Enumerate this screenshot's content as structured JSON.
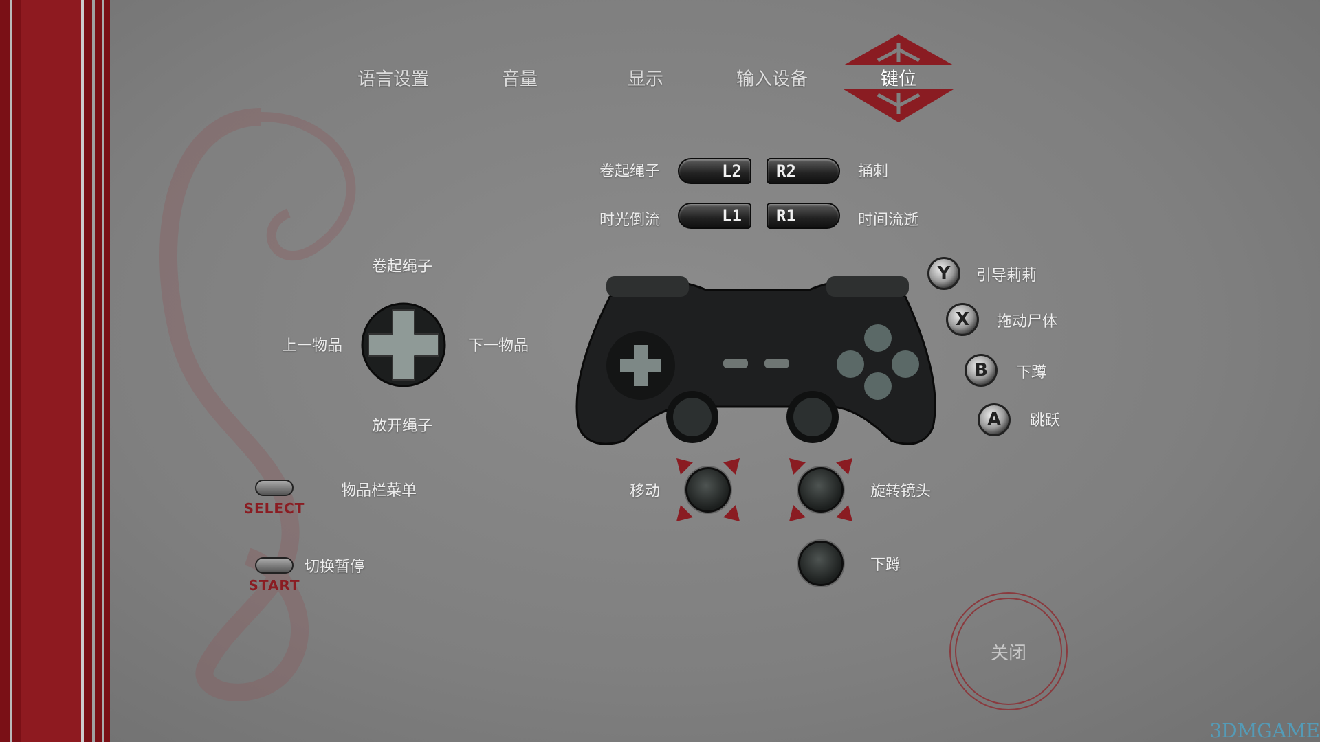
{
  "tabs": [
    {
      "label": "语言设置"
    },
    {
      "label": "音量"
    },
    {
      "label": "显示"
    },
    {
      "label": "输入设备"
    },
    {
      "label": "键位",
      "active": true
    }
  ],
  "shoulders": {
    "l2": {
      "button": "L2",
      "action": "卷起绳子"
    },
    "r2": {
      "button": "R2",
      "action": "捅刺"
    },
    "l1": {
      "button": "L1",
      "action": "时光倒流"
    },
    "r1": {
      "button": "R1",
      "action": "时间流逝"
    }
  },
  "dpad": {
    "up": "卷起绳子",
    "left": "上一物品",
    "right": "下一物品",
    "down": "放开绳子"
  },
  "face": {
    "y": {
      "button": "Y",
      "action": "引导莉莉"
    },
    "x": {
      "button": "X",
      "action": "拖动尸体"
    },
    "b": {
      "button": "B",
      "action": "下蹲"
    },
    "a": {
      "button": "A",
      "action": "跳跃"
    }
  },
  "sticks": {
    "left": "移动",
    "right": "旋转镜头",
    "click": "下蹲"
  },
  "select": {
    "button": "SELECT",
    "action": "物品栏菜单"
  },
  "start": {
    "button": "START",
    "action": "切换暂停"
  },
  "close_label": "关闭",
  "watermark": "3DMGAME",
  "colors": {
    "accent": "#8a1c22",
    "background": "#808080"
  }
}
